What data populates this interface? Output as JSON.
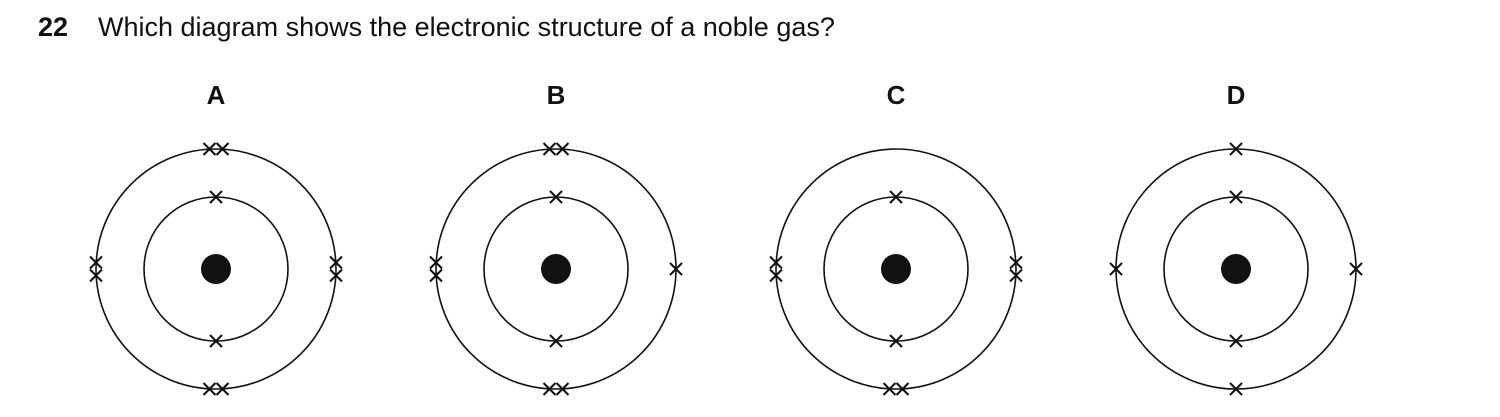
{
  "question": {
    "number": "22",
    "text": "Which diagram shows the electronic structure of a noble gas?"
  },
  "options": [
    {
      "label": "A",
      "inner_shell_electrons": 2,
      "outer_shell_electrons": 8
    },
    {
      "label": "B",
      "inner_shell_electrons": 2,
      "outer_shell_electrons": 7
    },
    {
      "label": "C",
      "inner_shell_electrons": 2,
      "outer_shell_electrons": 6
    },
    {
      "label": "D",
      "inner_shell_electrons": 2,
      "outer_shell_electrons": 4
    }
  ],
  "colors": {
    "ink": "#111111",
    "background": "#ffffff"
  }
}
